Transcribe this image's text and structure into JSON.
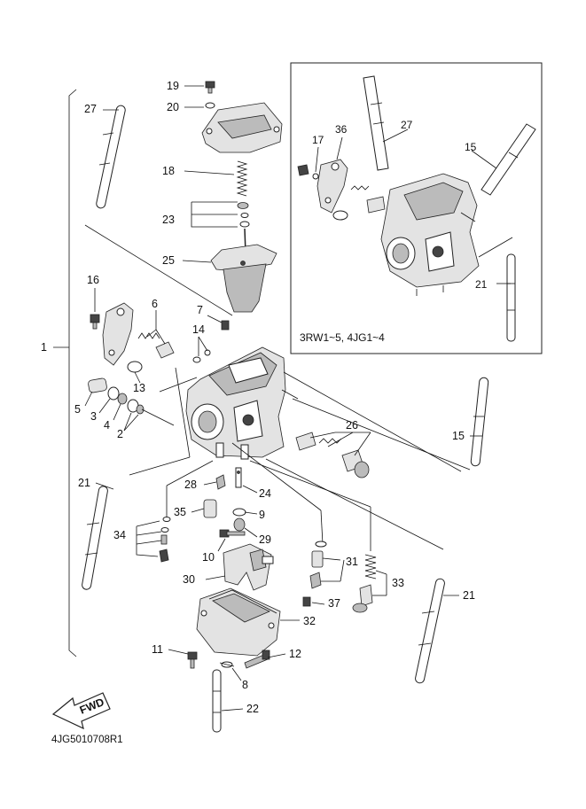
{
  "diagram": {
    "code": "4JG5010708R1",
    "inset_caption": "3RW1~5, 4JG1~4",
    "fwd_label": "FWD",
    "callouts": {
      "c1": "1",
      "c2": "2",
      "c3": "3",
      "c4": "4",
      "c5": "5",
      "c6": "6",
      "c7": "7",
      "c8": "8",
      "c9": "9",
      "c10": "10",
      "c11": "11",
      "c12": "12",
      "c13": "13",
      "c14": "14",
      "c15": "15",
      "c16": "16",
      "c17": "17",
      "c18": "18",
      "c19": "19",
      "c20": "20",
      "c21": "21",
      "c22": "22",
      "c23": "23",
      "c24": "24",
      "c25": "25",
      "c26": "26",
      "c27": "27",
      "c28": "28",
      "c29": "29",
      "c30": "30",
      "c31": "31",
      "c32": "32",
      "c33": "33",
      "c34": "34",
      "c35": "35",
      "c36": "36",
      "c37": "37"
    }
  }
}
